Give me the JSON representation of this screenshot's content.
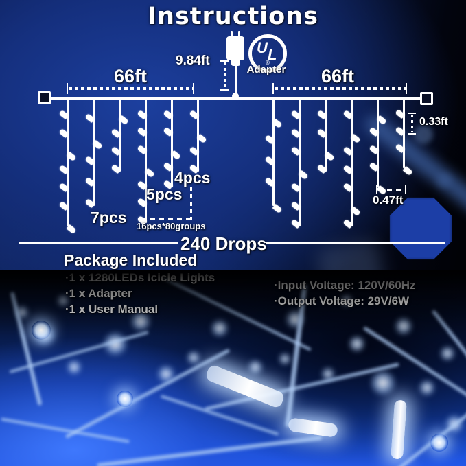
{
  "title": "Instructions",
  "diagram": {
    "lead_length_label": "9.84ft",
    "left_span_label": "66ft",
    "right_span_label": "66ft",
    "ul_mark_u": "U",
    "ul_mark_l": "L",
    "ul_registered": "®",
    "adapter_label": "Adapter",
    "drop_vertical_spacing_label": "0.33ft",
    "drop_horizontal_spacing_label": "0.47ft",
    "pcs_label_7": "7pcs",
    "pcs_label_5": "5pcs",
    "pcs_label_4": "4pcs",
    "group_label": "16pcs*80groups",
    "total_drops_label": "240 Drops"
  },
  "package_included": {
    "heading": "Package Included",
    "items": [
      "·1 x 1280LEDs Icicle Lights",
      "·1 x Adapter",
      "·1 x User Manual"
    ]
  },
  "specs": {
    "input_voltage": "·Input Voltage: 120V/60Hz",
    "output_voltage": "·Output Voltage: 29V/6W"
  },
  "colors": {
    "background_navy": "#15307f",
    "photo_blue": "#1b4fd4",
    "line_white": "#ffffff"
  }
}
